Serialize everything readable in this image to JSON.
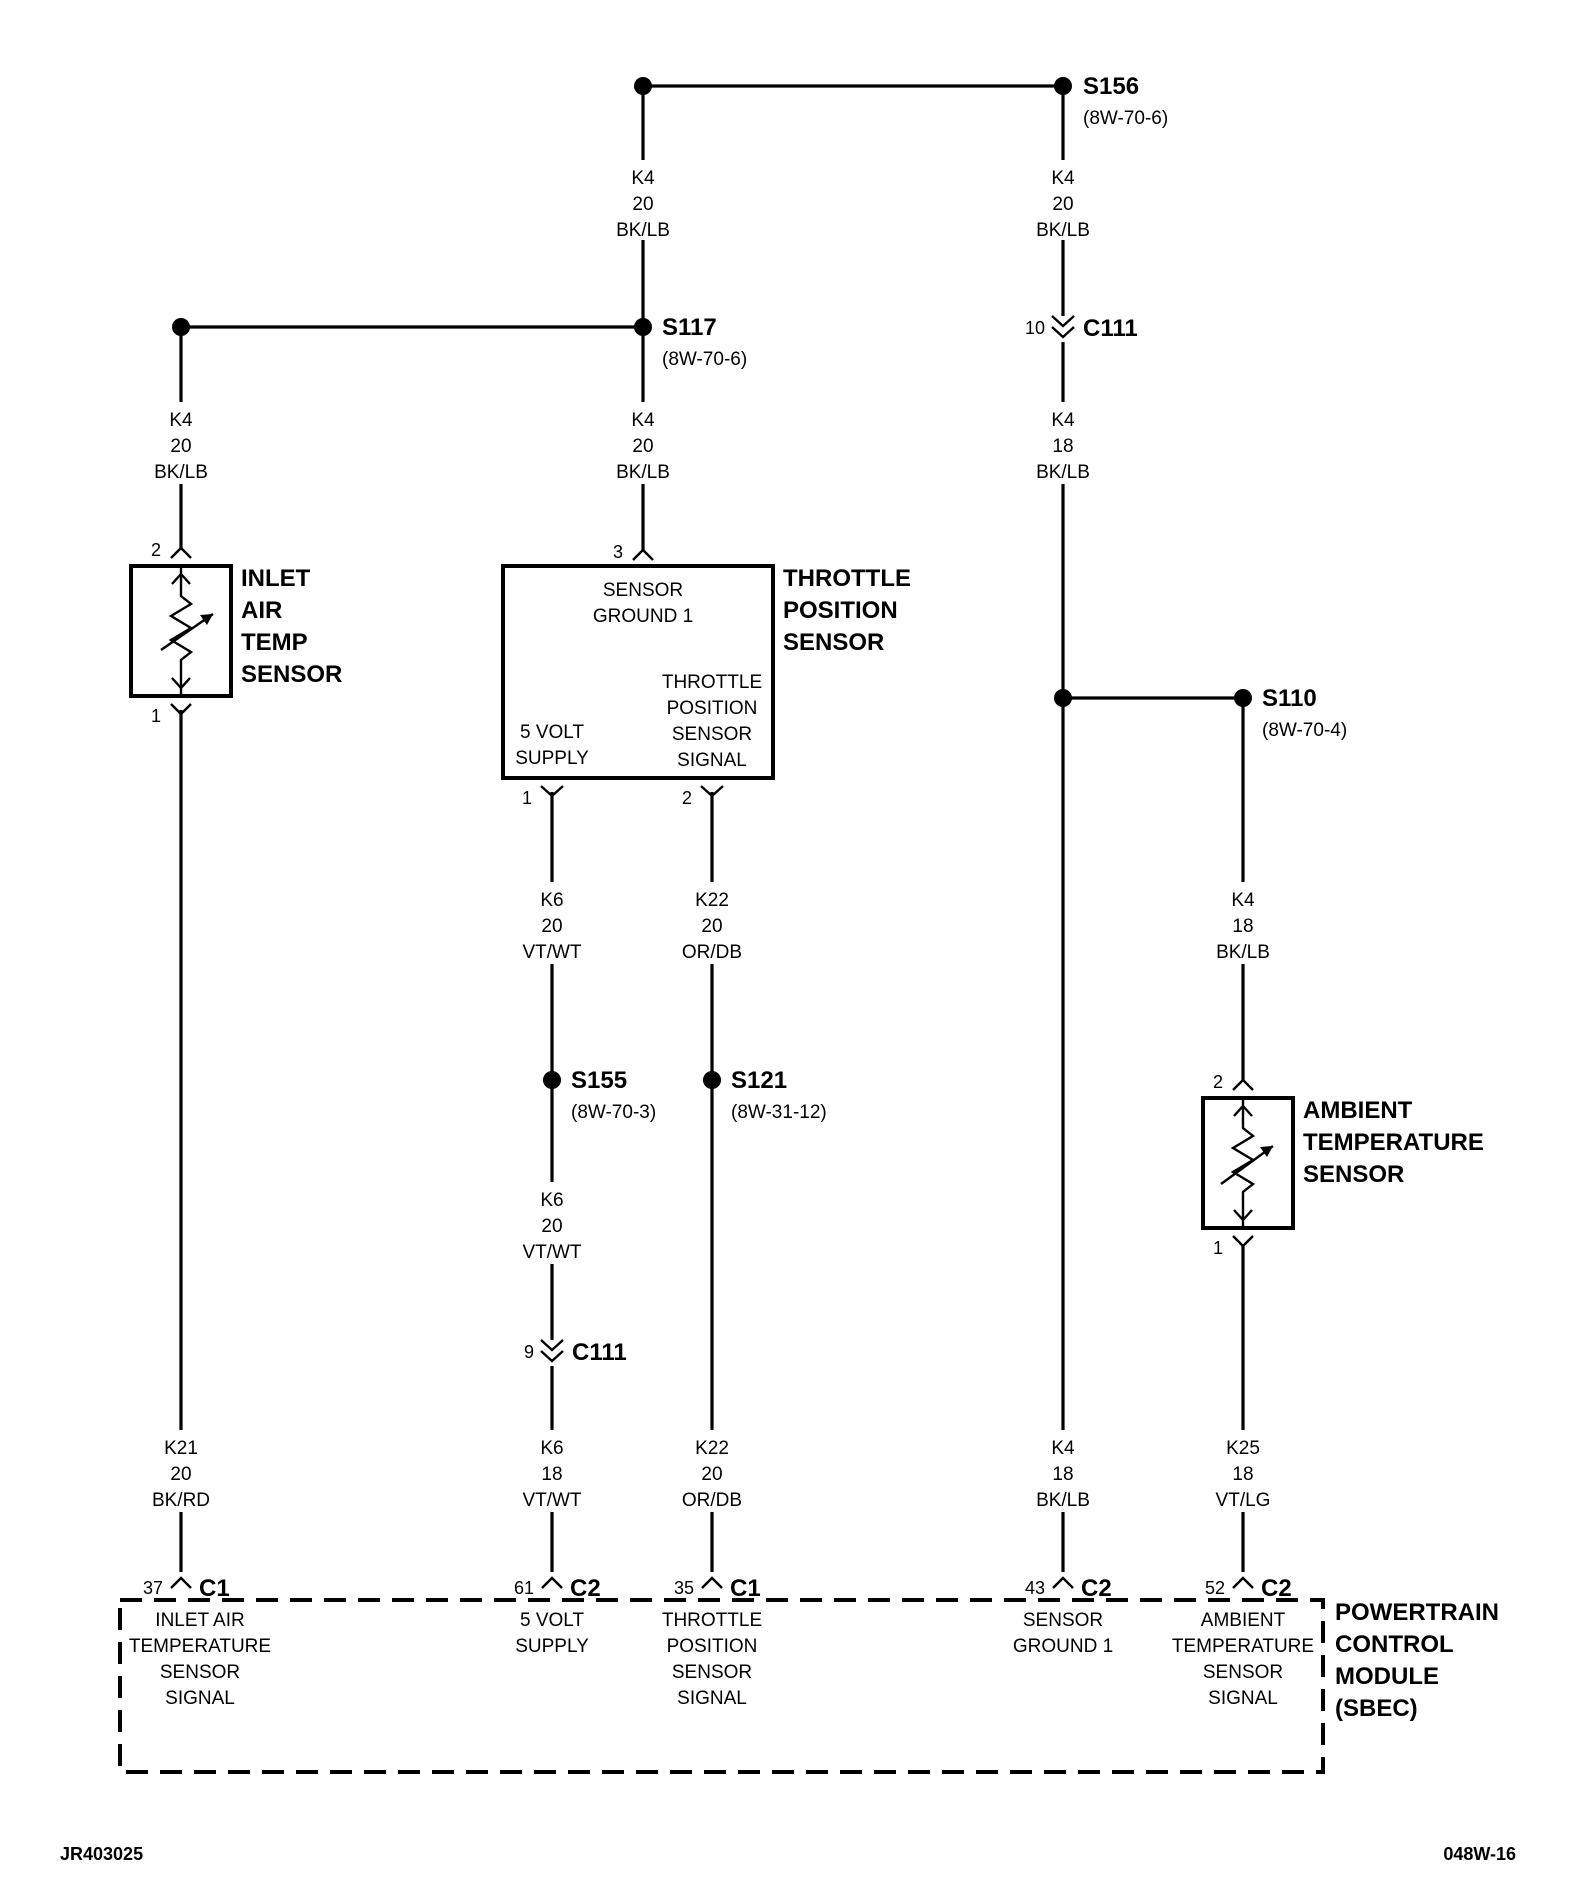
{
  "splices": {
    "s156": {
      "id": "S156",
      "ref": "(8W-70-6)"
    },
    "s117": {
      "id": "S117",
      "ref": "(8W-70-6)"
    },
    "s110": {
      "id": "S110",
      "ref": "(8W-70-4)"
    },
    "s155": {
      "id": "S155",
      "ref": "(8W-70-3)"
    },
    "s121": {
      "id": "S121",
      "ref": "(8W-31-12)"
    }
  },
  "inline_connectors": {
    "c111_top": {
      "pin": "10",
      "id": "C111"
    },
    "c111_low": {
      "pin": "9",
      "id": "C111"
    }
  },
  "wires": {
    "w_top_center": {
      "circuit": "K4",
      "gauge": "20",
      "color": "BK/LB"
    },
    "w_top_right": {
      "circuit": "K4",
      "gauge": "20",
      "color": "BK/LB"
    },
    "w_left_upper": {
      "circuit": "K4",
      "gauge": "20",
      "color": "BK/LB"
    },
    "w_center_upper": {
      "circuit": "K4",
      "gauge": "20",
      "color": "BK/LB"
    },
    "w_right_mid": {
      "circuit": "K4",
      "gauge": "18",
      "color": "BK/LB"
    },
    "w_k6_a": {
      "circuit": "K6",
      "gauge": "20",
      "color": "VT/WT"
    },
    "w_k22_a": {
      "circuit": "K22",
      "gauge": "20",
      "color": "OR/DB"
    },
    "w_k4_amb": {
      "circuit": "K4",
      "gauge": "18",
      "color": "BK/LB"
    },
    "w_k6_b": {
      "circuit": "K6",
      "gauge": "20",
      "color": "VT/WT"
    },
    "w_k21": {
      "circuit": "K21",
      "gauge": "20",
      "color": "BK/RD"
    },
    "w_k6_c": {
      "circuit": "K6",
      "gauge": "18",
      "color": "VT/WT"
    },
    "w_k22_b": {
      "circuit": "K22",
      "gauge": "20",
      "color": "OR/DB"
    },
    "w_k4_bot": {
      "circuit": "K4",
      "gauge": "18",
      "color": "BK/LB"
    },
    "w_k25": {
      "circuit": "K25",
      "gauge": "18",
      "color": "VT/LG"
    }
  },
  "components": {
    "inlet_air_sensor": {
      "name_lines": [
        "INLET",
        "AIR",
        "TEMP",
        "SENSOR"
      ],
      "pin_top": "2",
      "pin_bottom": "1"
    },
    "throttle_sensor": {
      "name_lines": [
        "THROTTLE",
        "POSITION",
        "SENSOR"
      ],
      "pin_top": "3",
      "pin_1": "1",
      "pin_2": "2",
      "ground_lines": [
        "SENSOR",
        "GROUND 1"
      ],
      "supply_lines": [
        "5 VOLT",
        "SUPPLY"
      ],
      "signal_lines": [
        "THROTTLE",
        "POSITION",
        "SENSOR",
        "SIGNAL"
      ]
    },
    "ambient_sensor": {
      "name_lines": [
        "AMBIENT",
        "TEMPERATURE",
        "SENSOR"
      ],
      "pin_top": "2",
      "pin_bottom": "1"
    }
  },
  "pcm": {
    "name_lines": [
      "POWERTRAIN",
      "CONTROL",
      "MODULE",
      "(SBEC)"
    ],
    "pins": [
      {
        "pin": "37",
        "connector": "C1",
        "lines": [
          "INLET AIR",
          "TEMPERATURE",
          "SENSOR",
          "SIGNAL"
        ]
      },
      {
        "pin": "61",
        "connector": "C2",
        "lines": [
          "5 VOLT",
          "SUPPLY"
        ]
      },
      {
        "pin": "35",
        "connector": "C1",
        "lines": [
          "THROTTLE",
          "POSITION",
          "SENSOR",
          "SIGNAL"
        ]
      },
      {
        "pin": "43",
        "connector": "C2",
        "lines": [
          "SENSOR",
          "GROUND 1"
        ]
      },
      {
        "pin": "52",
        "connector": "C2",
        "lines": [
          "AMBIENT",
          "TEMPERATURE",
          "SENSOR",
          "SIGNAL"
        ]
      }
    ]
  },
  "footer": {
    "left": "JR403025",
    "right": "048W-16"
  }
}
